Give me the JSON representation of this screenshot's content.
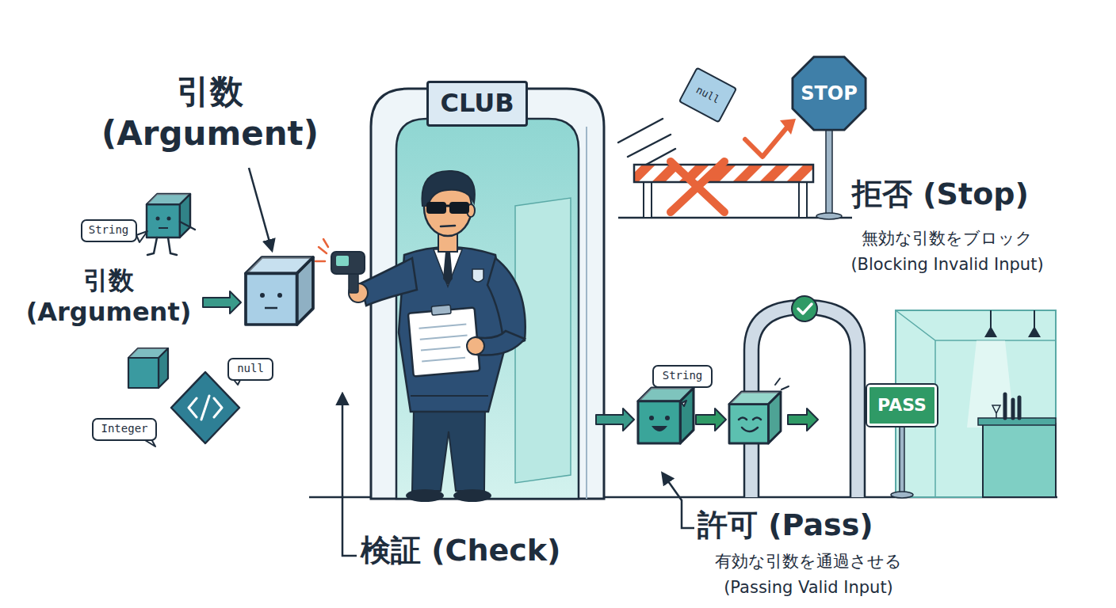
{
  "diagram": {
    "nodes": [
      {
        "text": [
          "CLUB"
        ]
      },
      {
        "text": [
          "null"
        ]
      },
      {
        "text": [
          "STOP"
        ]
      },
      {
        "text": [
          "String"
        ]
      },
      {
        "text": [
          "null"
        ]
      },
      {
        "text": [
          "Integer"
        ]
      },
      {
        "text": [
          "String"
        ]
      },
      {
        "text": [
          "PASS"
        ]
      }
    ],
    "labels": [
      "引数 (Argument)",
      "引数 (Argument)",
      "拒否 (Stop)",
      "無効な引数をブロック",
      "(Blocking Invalid Input)",
      "検証 (Check)",
      "許可 (Pass)",
      "有効な引数を通過させる",
      "(Passing Valid Input)"
    ]
  }
}
